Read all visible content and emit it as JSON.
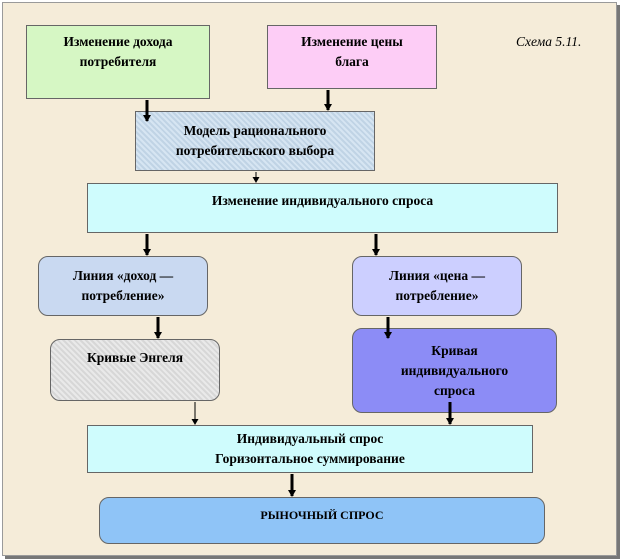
{
  "caption": "Схема 5.11.",
  "boxes": {
    "income_change": "Изменение дохода\nпотребителя",
    "price_change": "Изменение цены\nблага",
    "rational_choice_model": "Модель рационального\nпотребительского выбора",
    "individual_demand_change": "Изменение индивидуального спроса",
    "income_consumption_line": "Линия «доход —\nпотребление»",
    "price_consumption_line": "Линия «цена —\nпотребление»",
    "engel_curves": "Кривые Энгеля",
    "individual_demand_curve": "Кривая\nиндивидуального\nспроса",
    "horizontal_summation": "Индивидуальный спрос\nГоризонтальное суммирование",
    "market_demand": "РЫНОЧНЫЙ СПРОС"
  },
  "colors": {
    "background": "#f5ecd9",
    "income_change": "#d6f7c4",
    "price_change": "#fdcdf6",
    "rational_choice_model": "#c8dcee",
    "individual_demand_change": "#cffcfd",
    "income_consumption_line": "#c9d9f1",
    "price_consumption_line": "#cccfff",
    "engel_curves": "#e0e0e0",
    "individual_demand_curve": "#8c8cf6",
    "horizontal_summation": "#cffcfd",
    "market_demand": "#8fc4f7"
  }
}
